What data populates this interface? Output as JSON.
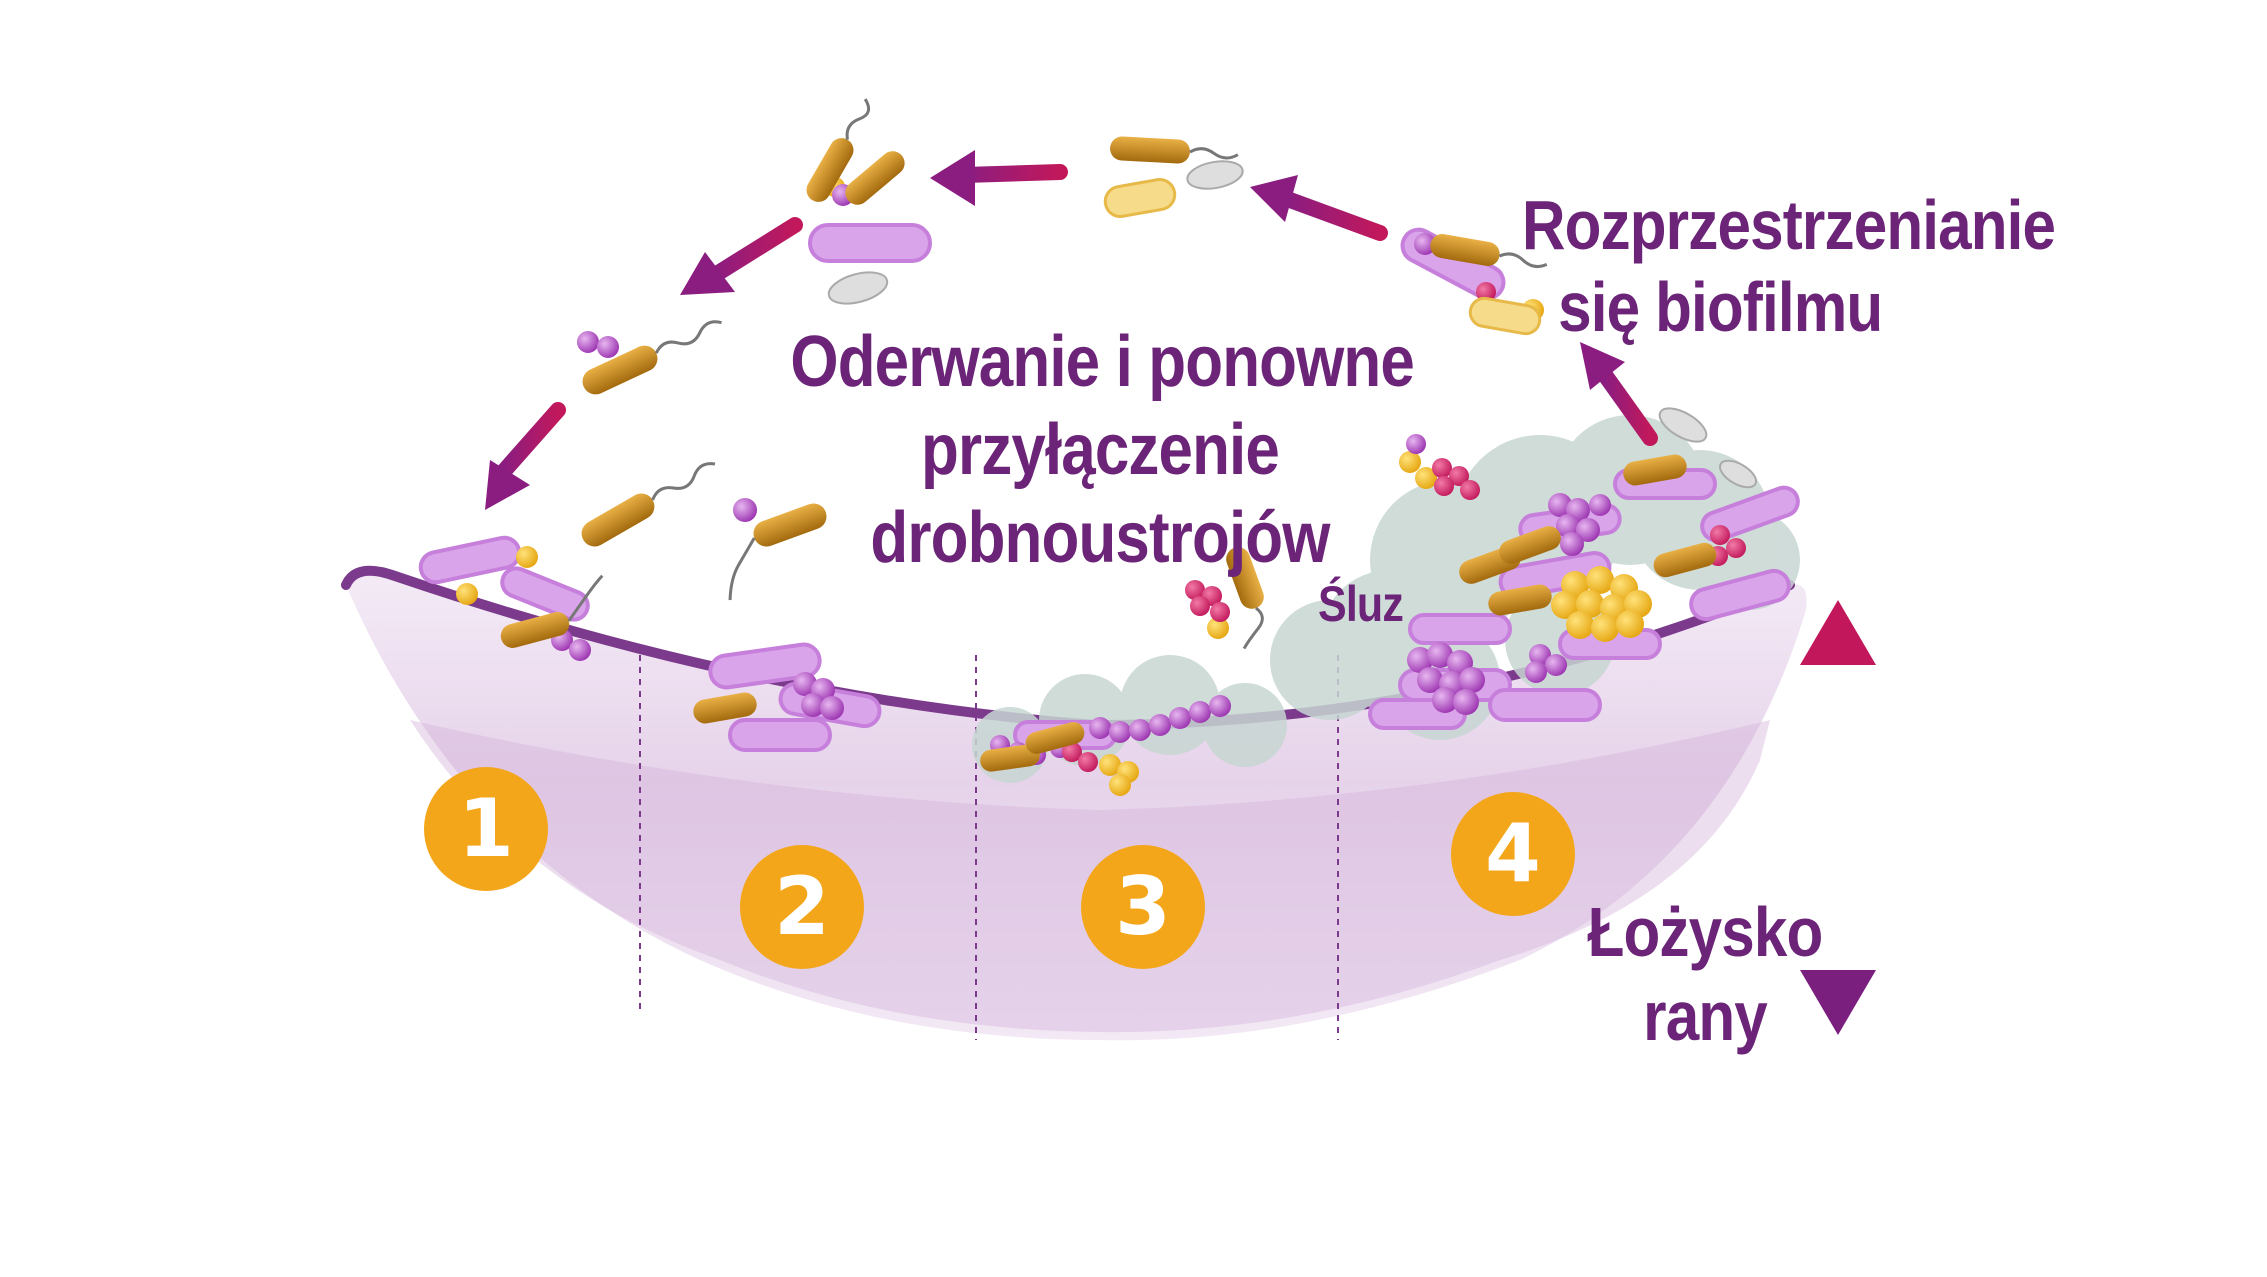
{
  "labels": {
    "detachment": [
      "Oderwanie i ponowne",
      "przyłączenie",
      "drobnoustrojów"
    ],
    "spread": [
      "Rozprzestrzenianie",
      "się biofilmu"
    ],
    "slime": "Śluz",
    "wound_bed": [
      "Łożysko",
      "rany"
    ]
  },
  "stages": [
    "1",
    "2",
    "3",
    "4"
  ],
  "colors": {
    "text": "#6b2478",
    "arrow_dark": "#7b1f7f",
    "arrow_light": "#c2185b",
    "wound_bed_fill": "#efe2f1",
    "wound_bed_edge": "#7b3a8c",
    "stage_badge": "#f4a61b",
    "rod_bacteria": "#c98a1a",
    "purple_bacteria": "#d9a4ea",
    "slime": "#c7d6d2",
    "yellow_cocci": "#f2c230",
    "pink_cocci": "#d81b60"
  }
}
